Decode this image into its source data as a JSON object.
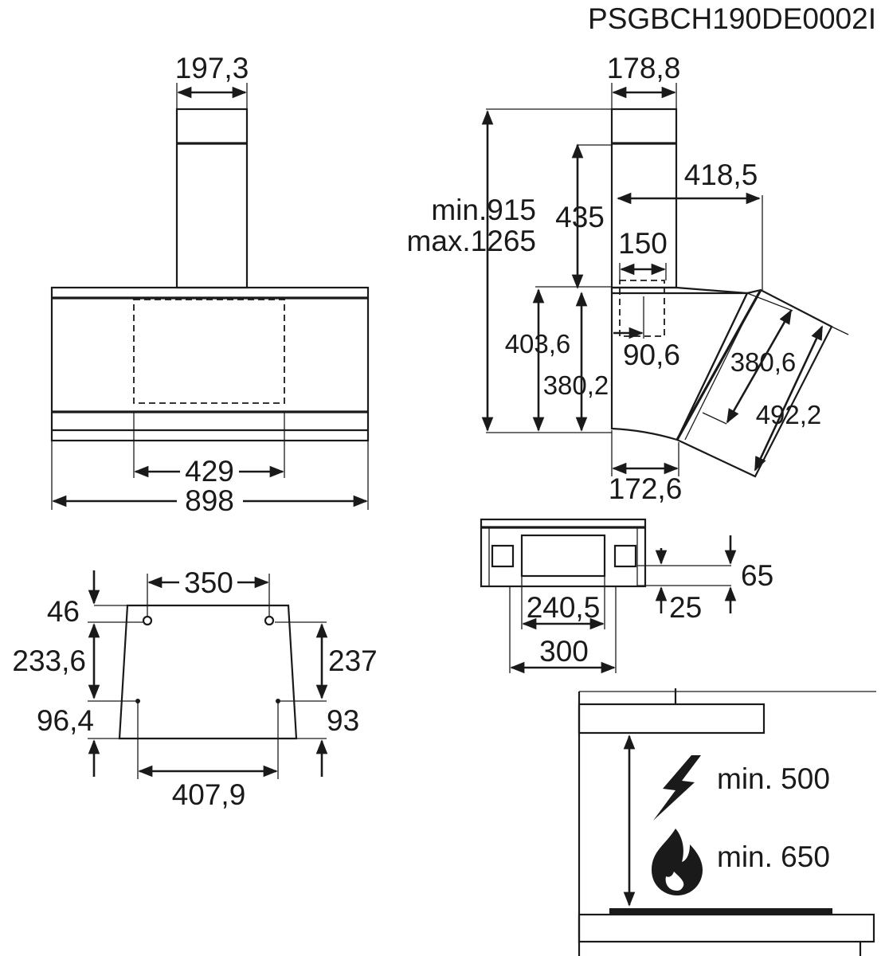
{
  "doc_code": "PSGBCH190DE0002I",
  "front_view": {
    "chimney_width": "197,3",
    "inner_width": "429",
    "total_width": "898"
  },
  "side_view": {
    "chimney_depth": "178,8",
    "total_height": "min.915\nmax.1265",
    "total_height_min": "min.915",
    "total_height_max": "max.1265",
    "chimney_height": "435",
    "projection": "418,5",
    "outlet_width": "150",
    "outlet_offset": "90,6",
    "body_height": "403,6",
    "body_inner_height": "380,2",
    "panel_inner": "380,6",
    "panel_outer": "492,2",
    "base_depth": "172,6"
  },
  "bracket_view": {
    "inner_width": "240,5",
    "outer_width": "300",
    "top_offset": "65",
    "bottom_offset": "25"
  },
  "mounting_template": {
    "hole_spacing_top": "350",
    "top_offset": "46",
    "left_height": "233,6",
    "right_height": "237",
    "left_bottom": "96,4",
    "right_bottom": "93",
    "bottom_spacing": "407,9"
  },
  "clearance": {
    "electric": "min. 500",
    "gas": "min. 650",
    "electric_icon": "lightning-icon",
    "gas_icon": "flame-icon"
  }
}
